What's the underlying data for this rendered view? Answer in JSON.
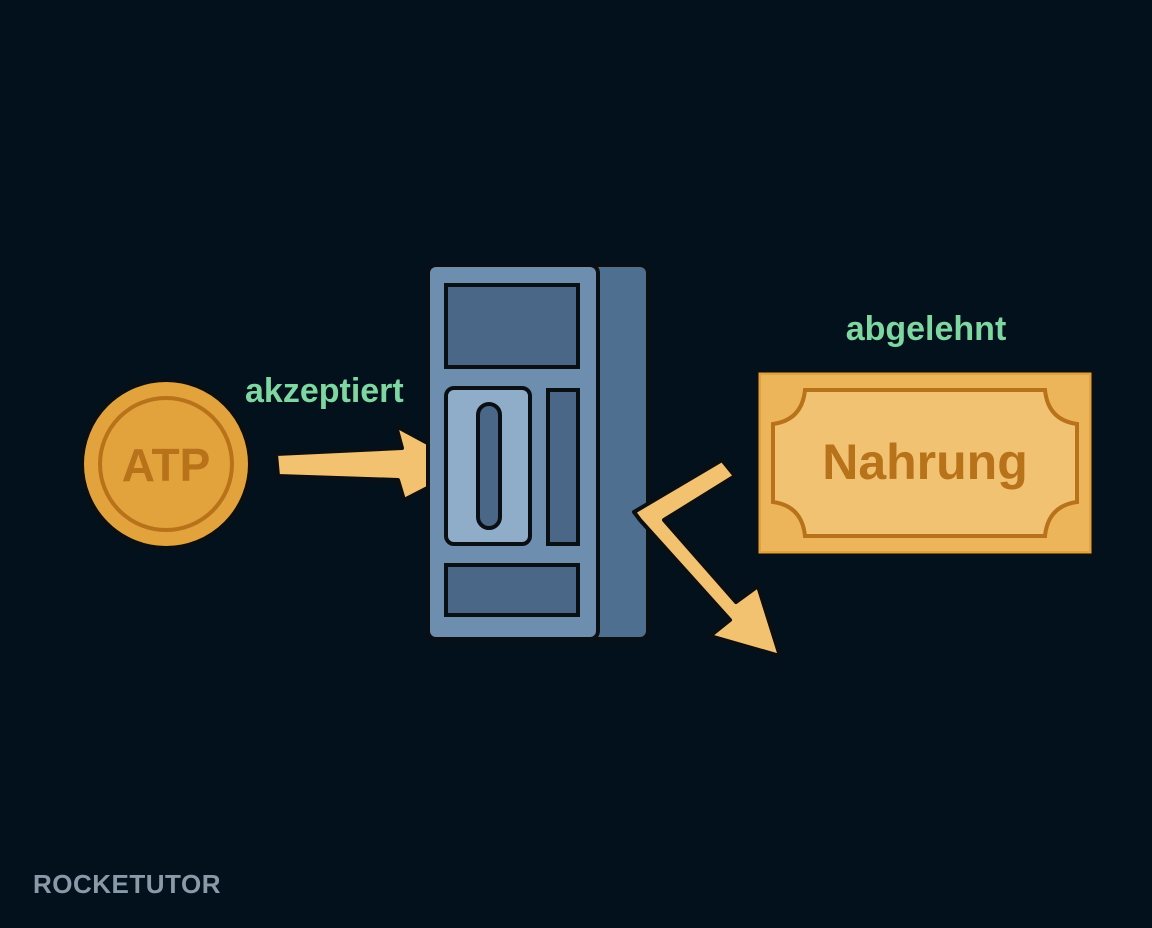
{
  "diagram": {
    "coin_label": "ATP",
    "accepted_label": "akzeptiert",
    "rejected_label": "abgelehnt",
    "note_label": "Nahrung"
  },
  "brand": {
    "text": "ROCKETUTOR"
  },
  "colors": {
    "background": "#03111c",
    "accent_green": "#7ed6a0",
    "coin_gold": "#e2a23c",
    "arrow_yellow": "#f3c270",
    "machine_blue": "#6e8eb0",
    "outline": "#0a0f14"
  }
}
